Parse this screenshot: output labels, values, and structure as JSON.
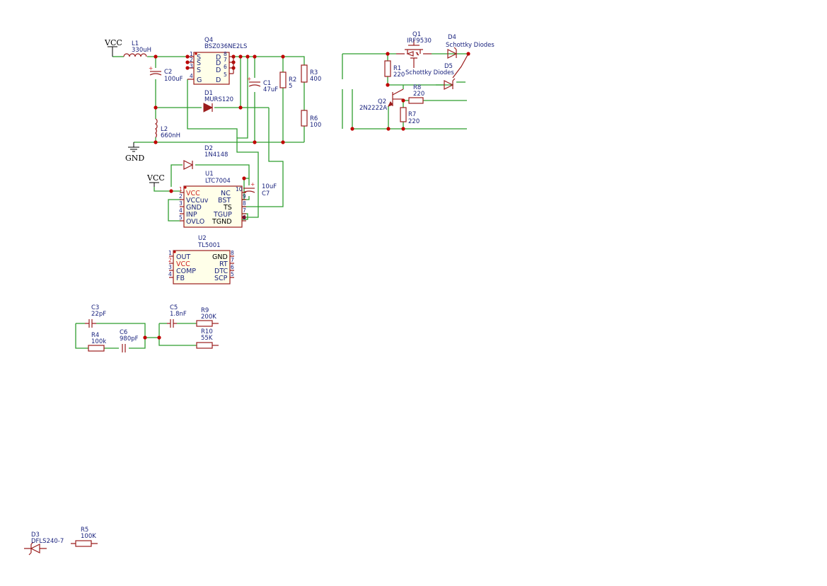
{
  "power": {
    "vcc": "VCC",
    "gnd": "GND"
  },
  "components": {
    "L1": {
      "ref": "L1",
      "value": "330uH"
    },
    "L2": {
      "ref": "L2",
      "value": "660nH"
    },
    "C1": {
      "ref": "C1",
      "value": "47uF"
    },
    "C2": {
      "ref": "C2",
      "value": "100uF"
    },
    "C3": {
      "ref": "C3",
      "value": "22pF"
    },
    "C5": {
      "ref": "C5",
      "value": "1.8nF"
    },
    "C6": {
      "ref": "C6",
      "value": "980pF"
    },
    "C7": {
      "ref": "C7",
      "value": "10uF"
    },
    "D1": {
      "ref": "D1",
      "value": "MURS120"
    },
    "D2": {
      "ref": "D2",
      "value": "1N4148"
    },
    "D3": {
      "ref": "D3",
      "value": "DFLS240-7"
    },
    "D4": {
      "ref": "D4",
      "value": "Schottky Diodes"
    },
    "D5": {
      "ref": "D5",
      "value": "Schottky Diodes"
    },
    "Q1": {
      "ref": "Q1",
      "value": "IRF9530"
    },
    "Q2": {
      "ref": "Q2",
      "value": "2N2222A"
    },
    "Q4": {
      "ref": "Q4",
      "value": "BSZ036NE2LS"
    },
    "R1": {
      "ref": "R1",
      "value": "220"
    },
    "R2": {
      "ref": "R2",
      "value": "5"
    },
    "R3": {
      "ref": "R3",
      "value": "400"
    },
    "R4": {
      "ref": "R4",
      "value": "100k"
    },
    "R5": {
      "ref": "R5",
      "value": "100K"
    },
    "R6": {
      "ref": "R6",
      "value": "100"
    },
    "R7": {
      "ref": "R7",
      "value": "220"
    },
    "R8": {
      "ref": "R8",
      "value": "220"
    },
    "R9": {
      "ref": "R9",
      "value": "200K"
    },
    "R10": {
      "ref": "R10",
      "value": "55K"
    },
    "U1": {
      "ref": "U1",
      "value": "LTC7004"
    },
    "U2": {
      "ref": "U2",
      "value": "TL5001"
    }
  },
  "q4_pins": {
    "left": [
      {
        "num": "1",
        "name": "S"
      },
      {
        "num": "2",
        "name": "S"
      },
      {
        "num": "3",
        "name": "S"
      },
      {
        "num": "4",
        "name": "G"
      }
    ],
    "right": [
      {
        "num": "8",
        "name": "D"
      },
      {
        "num": "7",
        "name": "D"
      },
      {
        "num": "6",
        "name": "D"
      },
      {
        "num": "5",
        "name": "D"
      }
    ]
  },
  "u1_pins": {
    "left": [
      {
        "num": "1",
        "name": "VCC"
      },
      {
        "num": "2",
        "name": "VCCuv"
      },
      {
        "num": "3",
        "name": "GND"
      },
      {
        "num": "4",
        "name": "INP"
      },
      {
        "num": "5",
        "name": "OVLO"
      }
    ],
    "right": [
      {
        "num": "10",
        "name": "NC"
      },
      {
        "num": "9",
        "name": "BST"
      },
      {
        "num": "8",
        "name": "TS"
      },
      {
        "num": "7",
        "name": "TGUP"
      },
      {
        "num": "6",
        "name": "TGND"
      }
    ]
  },
  "u2_pins": {
    "left": [
      {
        "num": "1",
        "name": "OUT"
      },
      {
        "num": "2",
        "name": "VCC"
      },
      {
        "num": "3",
        "name": "COMP"
      },
      {
        "num": "4",
        "name": "FB"
      }
    ],
    "right": [
      {
        "num": "8",
        "name": "GND"
      },
      {
        "num": "7",
        "name": "RT"
      },
      {
        "num": "6",
        "name": "DTC"
      },
      {
        "num": "5",
        "name": "SCP"
      }
    ]
  }
}
